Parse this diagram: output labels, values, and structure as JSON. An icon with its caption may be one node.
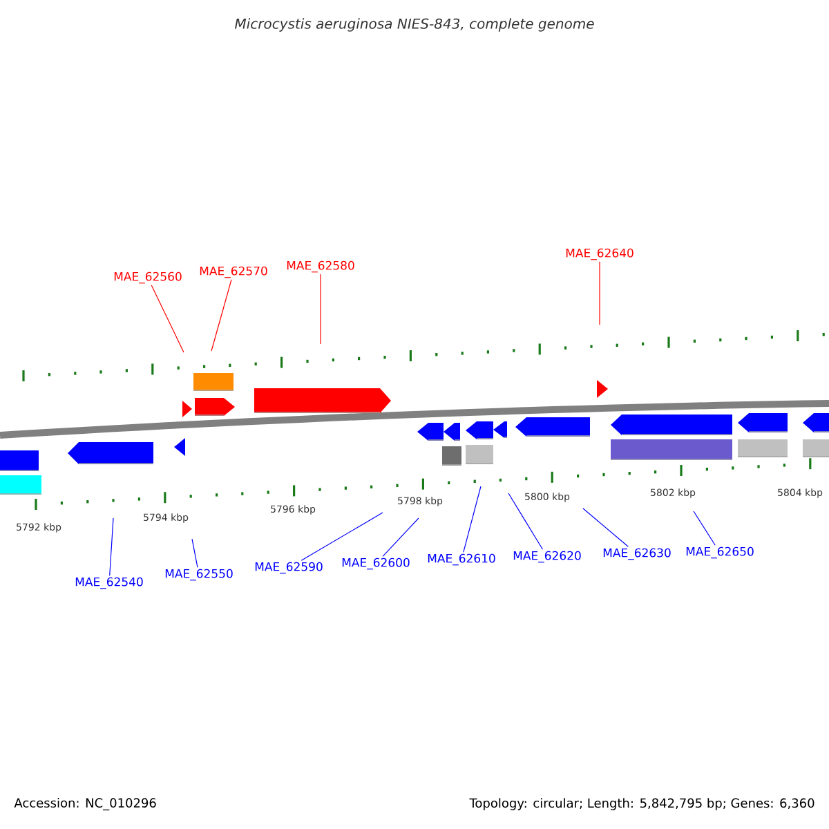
{
  "diagram": {
    "title": "Microcystis aeruginosa NIES-843, complete genome",
    "nodes": [
      {
        "text": [
          "MAE_62560"
        ]
      },
      {
        "text": [
          "MAE_62570"
        ]
      },
      {
        "text": [
          "MAE_62580"
        ]
      },
      {
        "text": [
          "MAE_62640"
        ]
      },
      {
        "text": [
          "MAE_62540"
        ]
      },
      {
        "text": [
          "MAE_62550"
        ]
      },
      {
        "text": [
          "MAE_62590"
        ]
      },
      {
        "text": [
          "MAE_62600"
        ]
      },
      {
        "text": [
          "MAE_62610"
        ]
      },
      {
        "text": [
          "MAE_62620"
        ]
      },
      {
        "text": [
          "MAE_62630"
        ]
      },
      {
        "text": [
          "MAE_62650"
        ]
      }
    ],
    "edges": [
      {
        "from": 0,
        "to": null,
        "arrow": "none",
        "color": "#ff0000"
      },
      {
        "from": 1,
        "to": null,
        "arrow": "none",
        "color": "#ff0000"
      },
      {
        "from": 2,
        "to": null,
        "arrow": "none",
        "color": "#ff0000"
      },
      {
        "from": 3,
        "to": null,
        "arrow": "none",
        "color": "#ff0000"
      },
      {
        "from": 4,
        "to": null,
        "arrow": "none"
      },
      {
        "from": 5,
        "to": null,
        "arrow": "none"
      },
      {
        "from": 6,
        "to": null,
        "arrow": "none"
      },
      {
        "from": 7,
        "to": null,
        "arrow": "none"
      },
      {
        "from": 8,
        "to": null,
        "arrow": "none"
      },
      {
        "from": 9,
        "to": null,
        "arrow": "none"
      },
      {
        "from": 10,
        "to": null,
        "arrow": "none"
      },
      {
        "from": 11,
        "to": null,
        "arrow": "none"
      }
    ],
    "labels": [
      "5792 kbp",
      "5794 kbp",
      "5796 kbp",
      "5798 kbp",
      "5800 kbp",
      "5802 kbp",
      "5804 kbp",
      "Accession: NC_010296",
      "Topology: circular; Length: 5,842,795 bp; Genes: 6,360"
    ]
  }
}
